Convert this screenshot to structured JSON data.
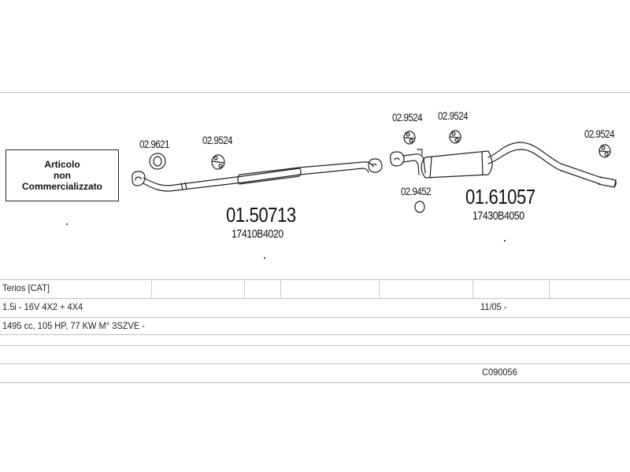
{
  "note_box": {
    "lines": [
      "Articolo",
      "non",
      "Commercializzato"
    ]
  },
  "parts": [
    {
      "code": "02.9621"
    },
    {
      "code": "02.9524"
    },
    {
      "code": "02.9524"
    },
    {
      "code": "02.9524"
    },
    {
      "code": "02.9524"
    },
    {
      "code": "02.9452"
    }
  ],
  "assemblies": [
    {
      "code": "01.50713",
      "oem": "17410B4020"
    },
    {
      "code": "01.61057",
      "oem": "17430B4050"
    }
  ],
  "table": {
    "model": "Terios  [CAT]",
    "engine": "1.5i - 16V 4X2 + 4X4",
    "date": "11/05 -",
    "specs": "1495 cc, 105 HP, 77 KW M° 3SZVE -",
    "catalog_code": "C090056"
  },
  "colors": {
    "line": "#222222",
    "grid": "#bdbdbd"
  }
}
